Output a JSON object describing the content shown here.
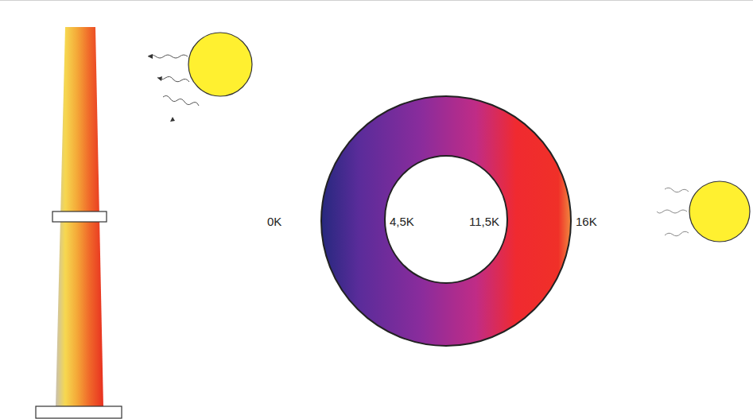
{
  "diagram": {
    "labels": [
      "0K",
      "4,5K",
      "11,5K",
      "16K"
    ]
  }
}
